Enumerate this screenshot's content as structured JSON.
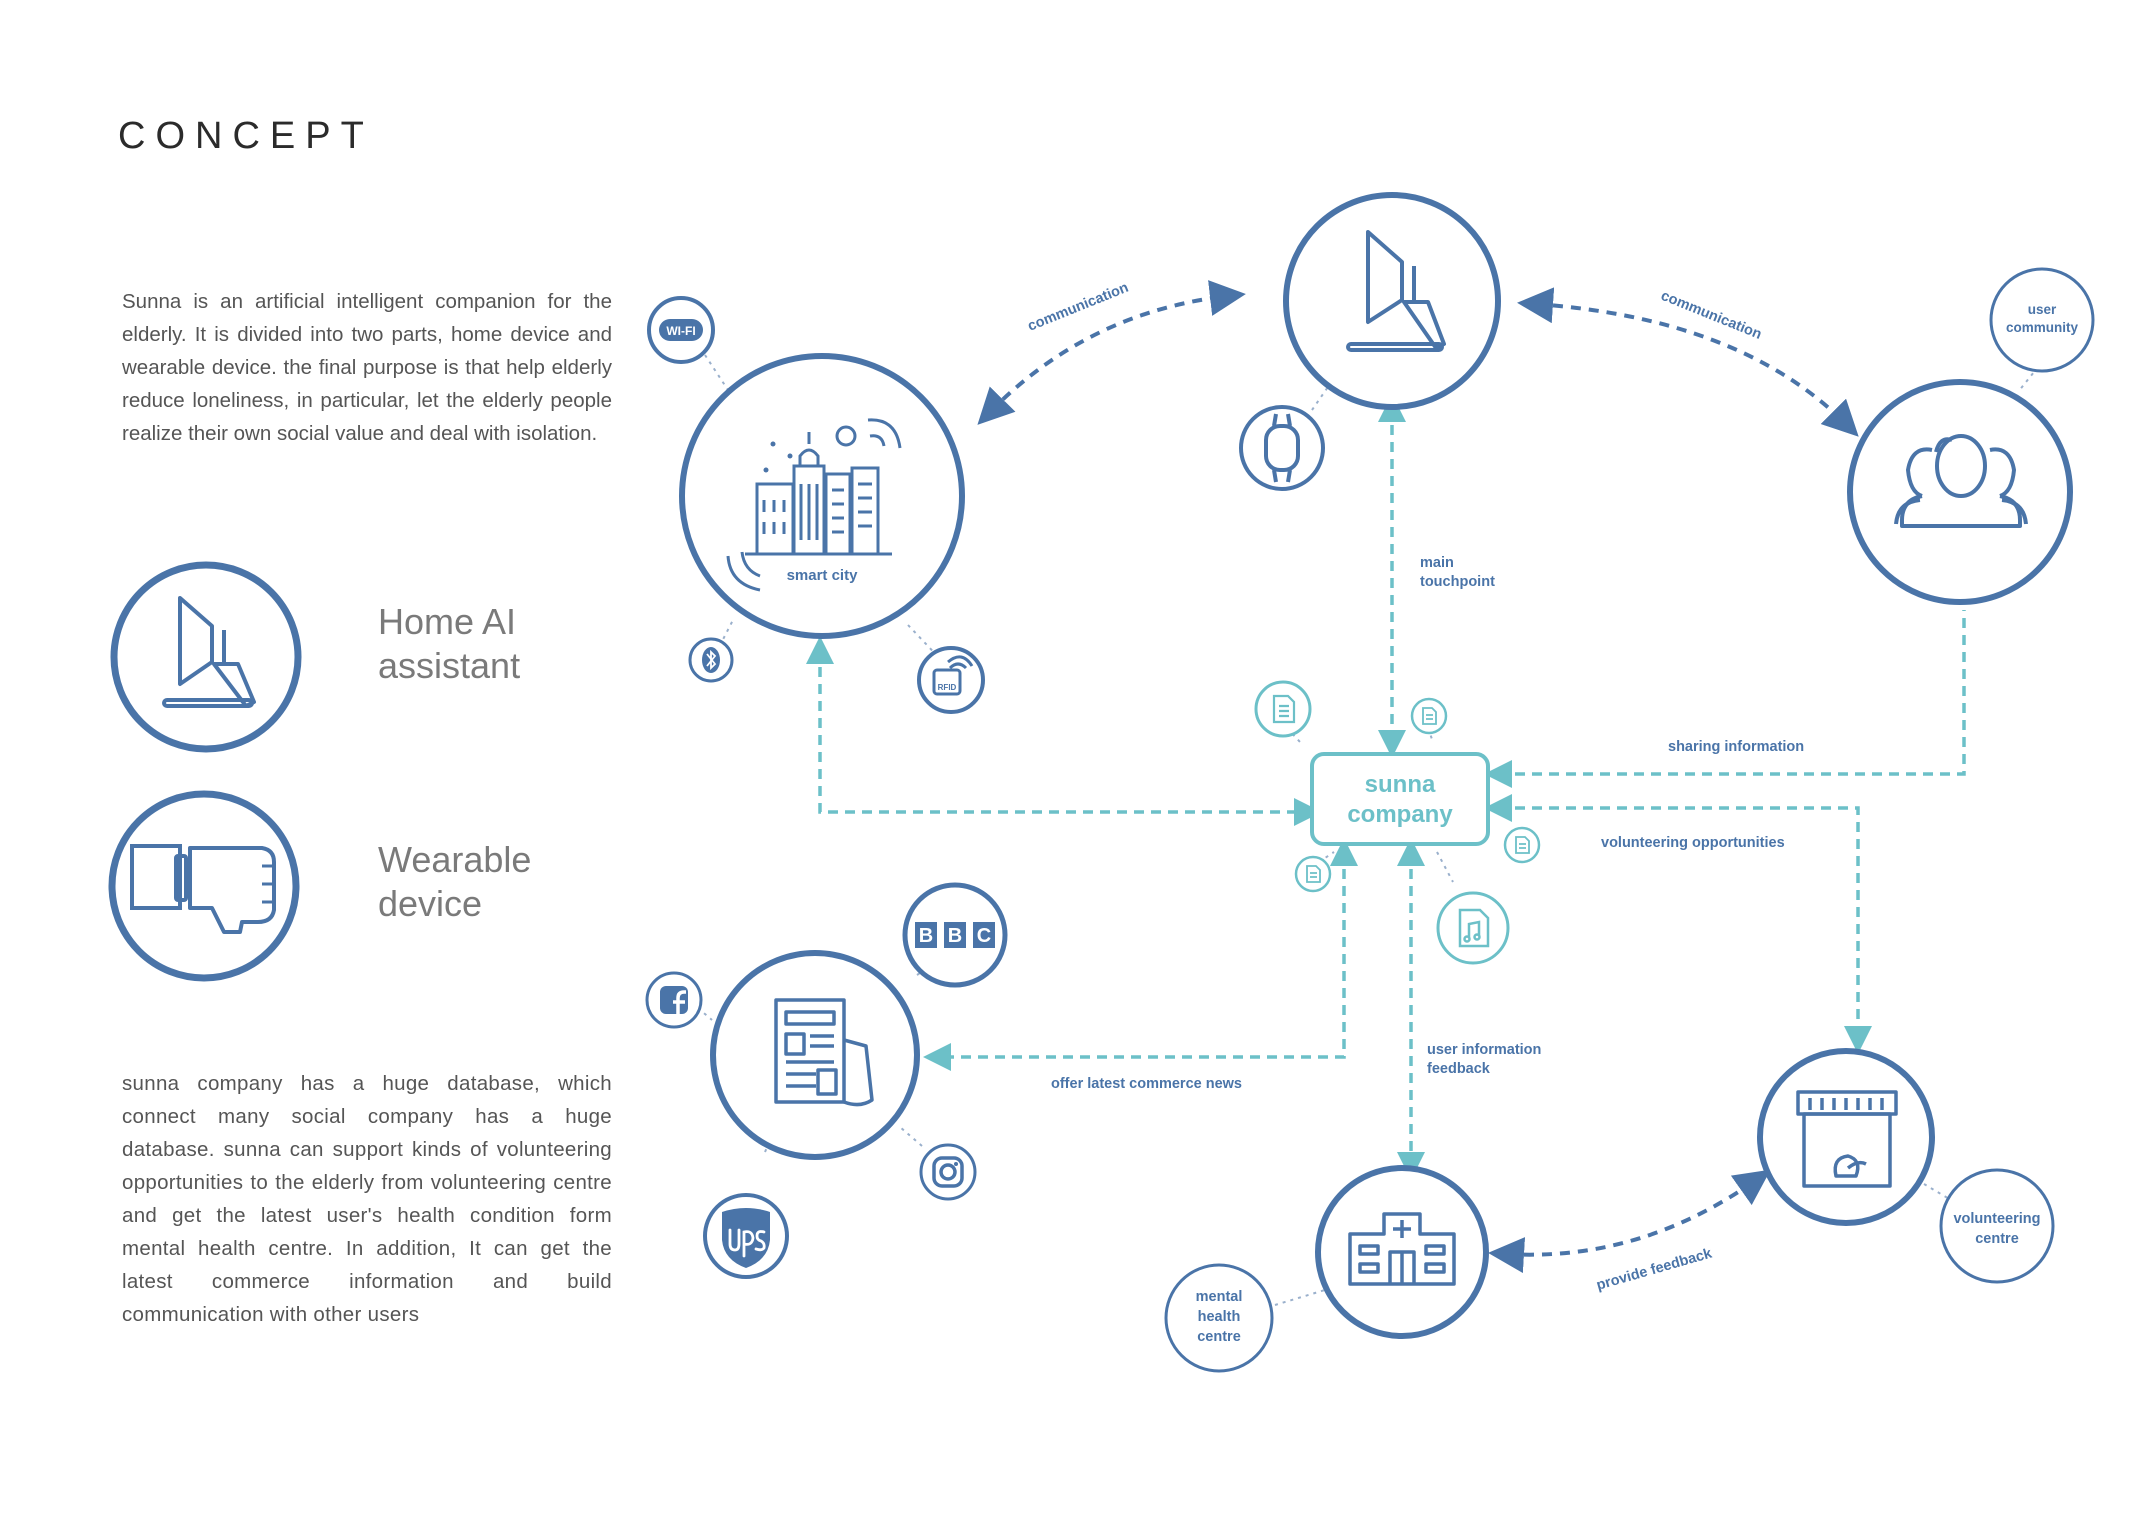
{
  "title": "CONCEPT",
  "intro_text": "Sunna is an artificial intelligent companion for the elderly. It is divided into two parts, home device and wearable device. the final purpose is that help elderly reduce loneliness, in particular, let the elderly people realize their own social value and deal with isolation.",
  "legend": {
    "home": "Home AI\nassistant",
    "wearable": "Wearable\ndevice"
  },
  "database_text": "sunna company has a huge database, which connect many social company has a huge database. sunna can support kinds of volunteering opportunities to the elderly from volunteering centre and get the latest user's health condition form mental health centre. In addition, It can get the latest commerce information and build communication with other users",
  "diagram": {
    "hub": {
      "line1": "sunna",
      "line2": "company"
    },
    "nodes": {
      "smart_city": "smart city",
      "user_community": {
        "line1": "user",
        "line2": "community"
      },
      "mental_health": {
        "line1": "mental",
        "line2": "health",
        "line3": "centre"
      },
      "volunteering": {
        "line1": "volunteering",
        "line2": "centre"
      }
    },
    "badges": {
      "wifi": "WI-FI",
      "rfid": "RFID",
      "bbc": [
        "B",
        "B",
        "C"
      ]
    },
    "edges": {
      "communication_left": "communication",
      "communication_right": "communication",
      "main_touchpoint": {
        "line1": "main",
        "line2": "touchpoint"
      },
      "sharing_information": "sharing information",
      "volunteering_opportunities": "volunteering opportunities",
      "offer_commerce_news": "offer latest commerce news",
      "user_information_feedback": {
        "line1": "user information",
        "line2": "feedback"
      },
      "provide_feedback": "provide feedback"
    }
  },
  "colors": {
    "primary": "#4a74a8",
    "teal": "#6cc0c8",
    "text": "#555555"
  }
}
